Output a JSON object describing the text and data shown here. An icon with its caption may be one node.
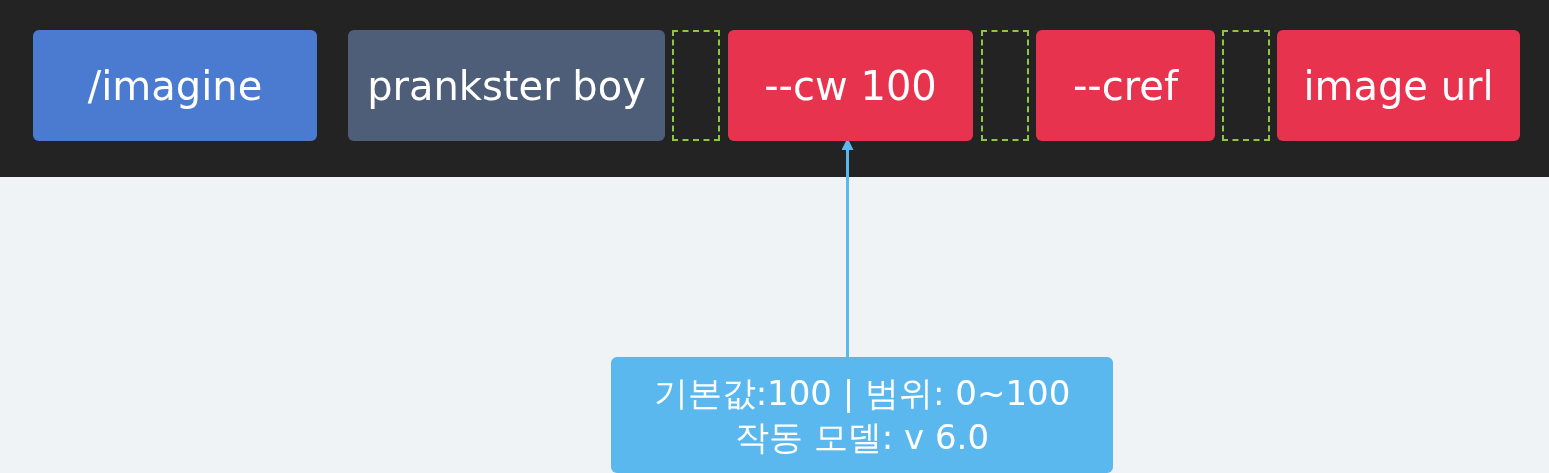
{
  "diagram": {
    "nodes": [
      {
        "text": [
          "/imagine"
        ]
      },
      {
        "text": [
          "prankster boy"
        ]
      },
      {
        "text": [],
        "shape": "box"
      },
      {
        "text": [
          "--cw 100"
        ]
      },
      {
        "text": [],
        "shape": "box"
      },
      {
        "text": [
          "--cref"
        ]
      },
      {
        "text": [],
        "shape": "box"
      },
      {
        "text": [
          "image url"
        ]
      },
      {
        "text": [
          "기본값:100 | 범위: 0~100",
          "작동 모델: v 6.0"
        ]
      }
    ],
    "edges": [
      {
        "from": 8,
        "to": 3,
        "arrow": "to",
        "color": "#5bb8ef"
      }
    ]
  }
}
